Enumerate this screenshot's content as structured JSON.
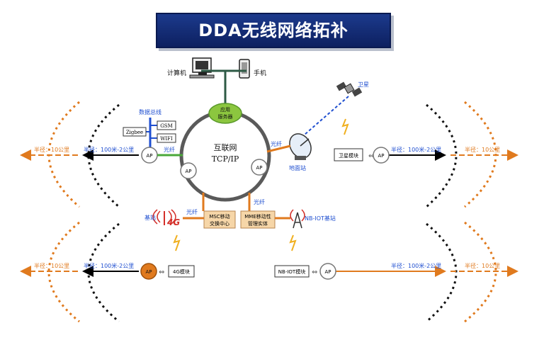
{
  "title": "DDA无线网络拓补",
  "colors": {
    "banner": "#13307a",
    "orange": "#e07a1e",
    "blue": "#1f4fd0",
    "green": "#4aa83a",
    "ring": "#555555",
    "dark_green": "#2e5a45"
  },
  "terminals": {
    "computer": "计算机",
    "phone": "手机"
  },
  "server": {
    "line1": "应用",
    "line2": "服务器"
  },
  "internet": {
    "line1": "互联网",
    "line2": "TCP/IP"
  },
  "satellite": {
    "label": "卫星",
    "ground_station": "地面站",
    "module": "卫星模块"
  },
  "bus": {
    "label": "数据总线",
    "items": [
      "GSM",
      "Zigbee",
      "WIFI"
    ]
  },
  "ap": {
    "label": "AP"
  },
  "fiber": "光纤",
  "base_station": "基站",
  "badge_4g": "4G",
  "msc": {
    "line1": "MSC移动",
    "line2": "交换中心"
  },
  "mme": {
    "line1": "MME移动性",
    "line2": "管理实体"
  },
  "nbiot_base": "NB-IOT基站",
  "module_4g": "4G模块",
  "module_nbiot": "NB-IOT模块",
  "range_inner": "半径：100米-2公里",
  "range_outer": "半径：10公里"
}
